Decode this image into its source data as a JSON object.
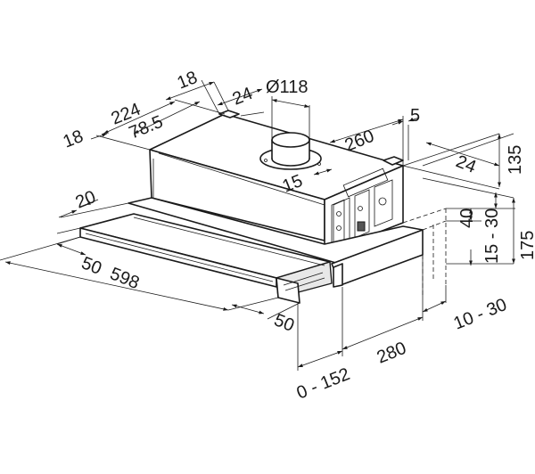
{
  "dimensions": {
    "d18_left": "18",
    "d224": "224",
    "d18_top": "18",
    "d78_5": "78.5",
    "d24_top": "24",
    "d118": "Ø118",
    "d260": "260",
    "d5": "5",
    "d135": "135",
    "d24_right": "24",
    "d15": "15",
    "d20": "20",
    "d40": "40",
    "d15_30": "15 - 30",
    "d175": "175",
    "d50_left": "50",
    "d598": "598",
    "d50_bottom": "50",
    "d10_30": "10 - 30",
    "d280": "280",
    "d0_152": "0 - 152"
  }
}
